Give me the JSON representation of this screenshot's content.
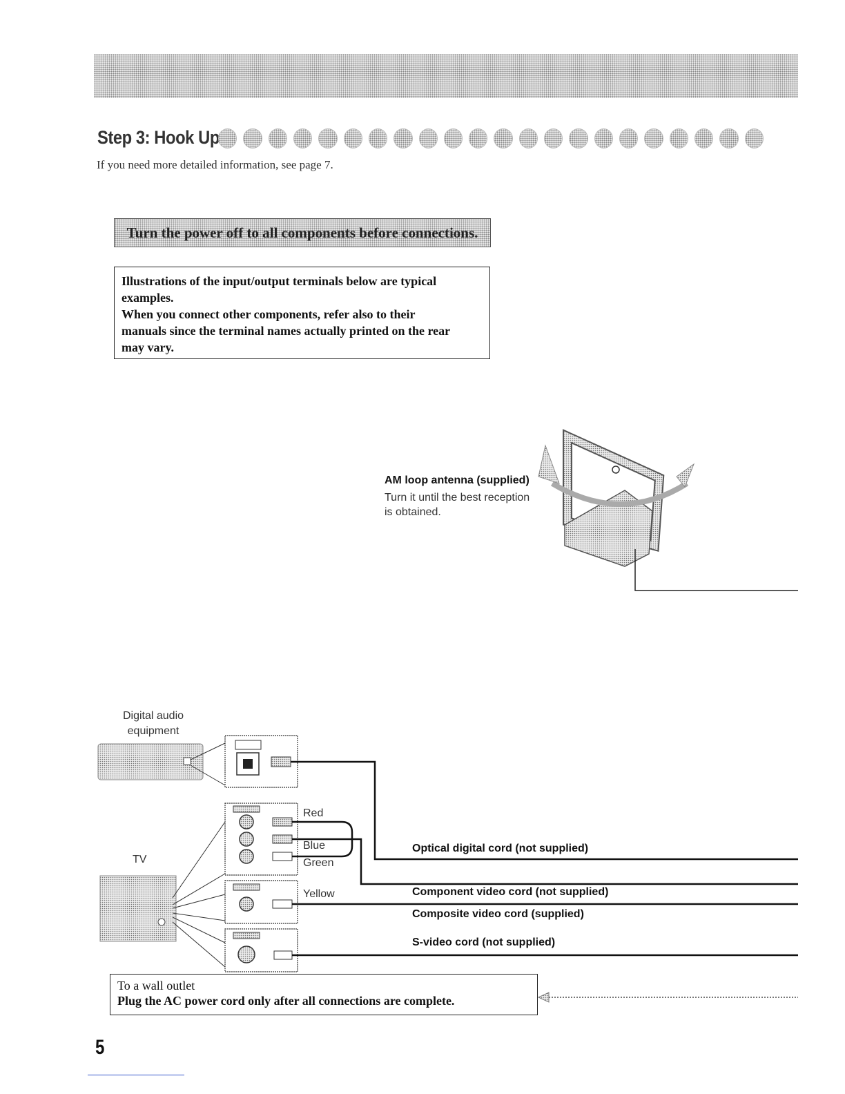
{
  "header": {
    "title": "Step 3: Hook Up",
    "intro": "If you need more detailed information, see page 7."
  },
  "warning": "Turn the power off to all components before connections.",
  "illustration_note": {
    "line1": "Illustrations of the input/output terminals below are typical",
    "line2": "examples.",
    "line3": "When you connect other components, refer also to their",
    "line4": "manuals since the terminal names actually printed on the rear",
    "line5": "may vary."
  },
  "antenna": {
    "label": "AM loop antenna (supplied)",
    "desc_line1": "Turn it until the best reception",
    "desc_line2": "is obtained."
  },
  "components": {
    "digital_audio_line1": "Digital audio",
    "digital_audio_line2": "equipment",
    "tv": "TV"
  },
  "colors": {
    "red": "Red",
    "blue": "Blue",
    "green": "Green",
    "yellow": "Yellow"
  },
  "cords": {
    "optical": "Optical digital cord (not supplied)",
    "component": "Component video cord (not supplied)",
    "composite": "Composite video cord (supplied)",
    "svideo": "S-video cord (not supplied)"
  },
  "wall_outlet": {
    "line1": "To a wall outlet",
    "line2": "Plug the AC power cord only after all connections are complete."
  },
  "page_number": "5"
}
